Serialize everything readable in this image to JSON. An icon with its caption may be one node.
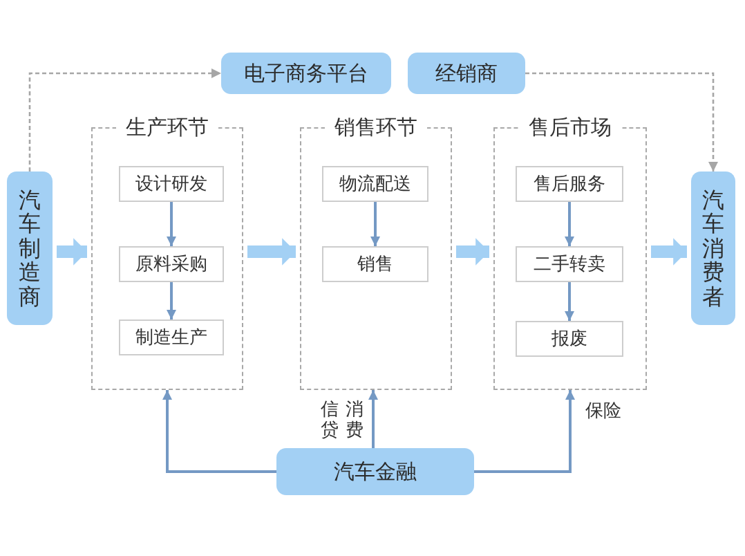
{
  "diagram": {
    "nodes": [
      {
        "text": [
          "电子商务平台"
        ]
      },
      {
        "text": [
          "经销商"
        ]
      },
      {
        "text": [
          "汽车制造商"
        ]
      },
      {
        "text": [
          "生产环节"
        ]
      },
      {
        "text": [
          "设计研发"
        ],
        "in": 3
      },
      {
        "text": [
          "原料采购"
        ],
        "in": 3
      },
      {
        "text": [
          "制造生产"
        ],
        "in": 3
      },
      {
        "text": [
          "销售环节"
        ]
      },
      {
        "text": [
          "物流配送"
        ],
        "in": 7
      },
      {
        "text": [
          "销售"
        ],
        "in": 7
      },
      {
        "text": [
          "售后市场"
        ]
      },
      {
        "text": [
          "售后服务"
        ],
        "in": 10
      },
      {
        "text": [
          "二手转卖"
        ],
        "in": 10
      },
      {
        "text": [
          "报废"
        ],
        "in": 10
      },
      {
        "text": [
          "汽车消费者"
        ]
      },
      {
        "text": [
          "汽车金融"
        ]
      }
    ],
    "edges": [
      {
        "from": 2,
        "to": 0,
        "arrow": "to",
        "style": "dashed",
        "color": "#a6a6a6"
      },
      {
        "from": 1,
        "to": 14,
        "arrow": "to",
        "style": "dashed",
        "color": "#a6a6a6"
      },
      {
        "from": 2,
        "to": 3,
        "arrow": "to",
        "style": "thick",
        "color": "#a3d0f4"
      },
      {
        "from": 3,
        "to": 7,
        "arrow": "to",
        "style": "thick",
        "color": "#a3d0f4"
      },
      {
        "from": 7,
        "to": 10,
        "arrow": "to",
        "style": "thick",
        "color": "#a3d0f4"
      },
      {
        "from": 10,
        "to": 14,
        "arrow": "to",
        "style": "thick",
        "color": "#a3d0f4"
      },
      {
        "from": 4,
        "to": 5,
        "arrow": "to"
      },
      {
        "from": 5,
        "to": 6,
        "arrow": "to"
      },
      {
        "from": 8,
        "to": 9,
        "arrow": "to"
      },
      {
        "from": 11,
        "to": 12,
        "arrow": "to"
      },
      {
        "from": 12,
        "to": 13,
        "arrow": "to"
      },
      {
        "from": 15,
        "to": 3,
        "arrow": "to"
      },
      {
        "from": 15,
        "to": 7,
        "arrow": "to",
        "label": "消费信贷"
      },
      {
        "from": 15,
        "to": 10,
        "arrow": "to",
        "label": "保险"
      }
    ]
  }
}
